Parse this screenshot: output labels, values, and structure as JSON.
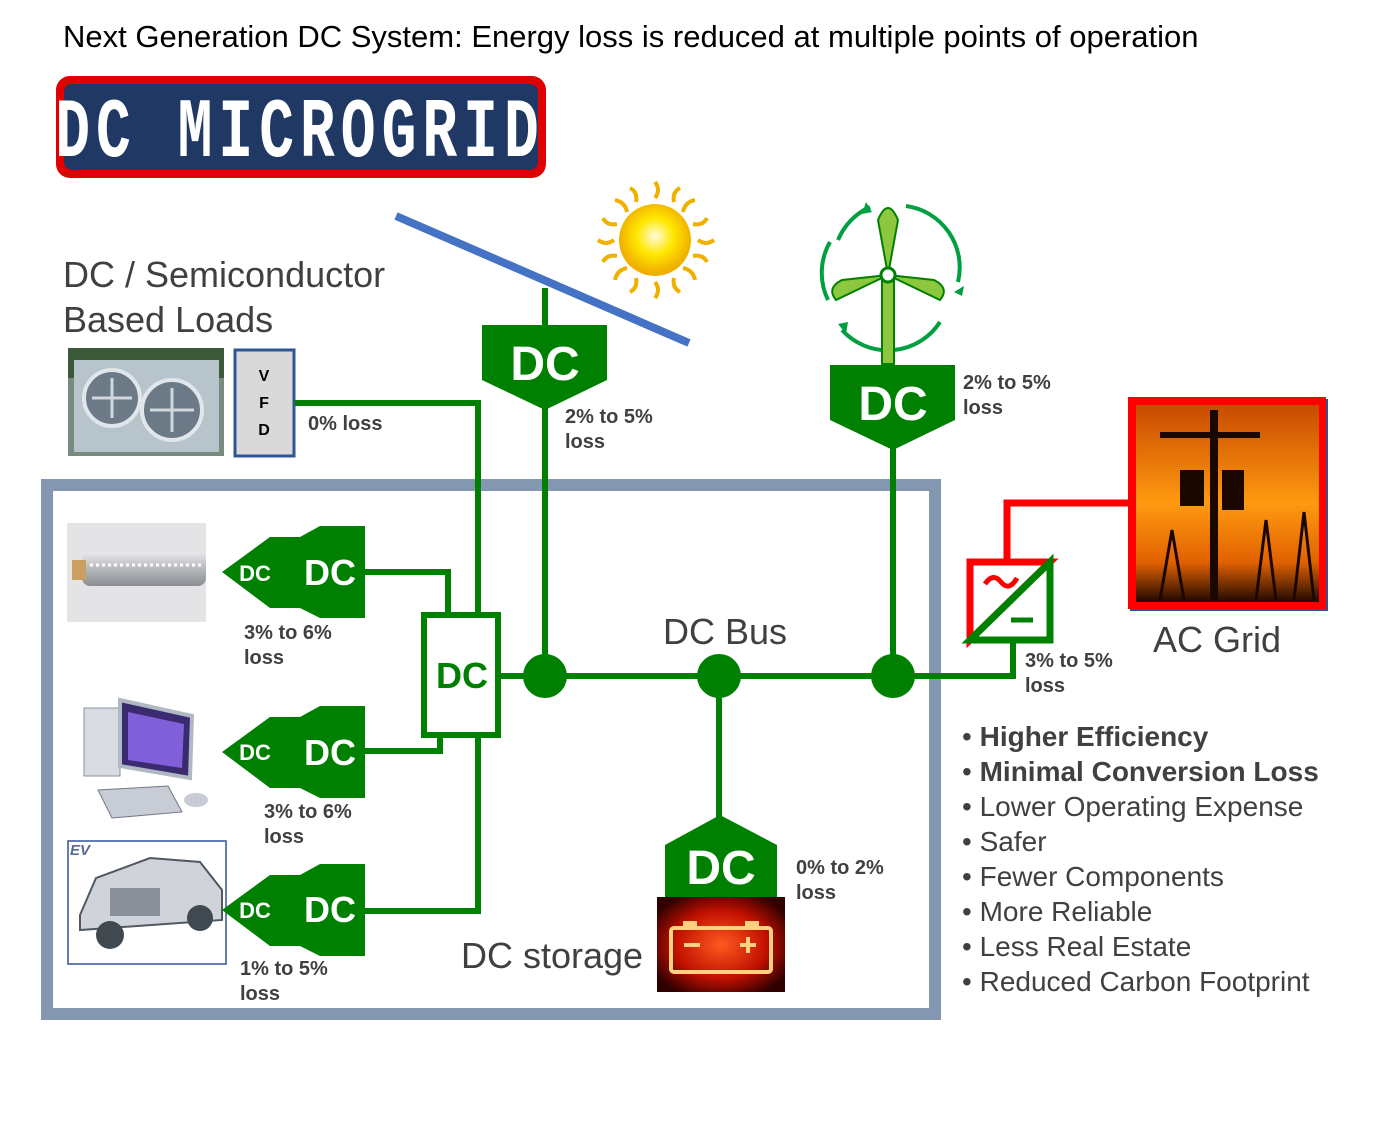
{
  "title": "Next Generation DC System: Energy loss is reduced at multiple points of operation",
  "banner": "DC MICROGRID",
  "loads_heading": [
    "DC / Semiconductor",
    "Based Loads"
  ],
  "vfd_letters": [
    "V",
    "F",
    "D"
  ],
  "converter_label": "DC",
  "losses": {
    "vfd": "0% loss",
    "solar": [
      "2% to 5%",
      "loss"
    ],
    "wind": [
      "2% to 5%",
      "loss"
    ],
    "lighting": [
      "3% to 6%",
      "loss"
    ],
    "computer": [
      "3% to 6%",
      "loss"
    ],
    "ev": [
      "1% to 5%",
      "loss"
    ],
    "storage": [
      "0% to 2%",
      "loss"
    ],
    "grid": [
      "3% to 5%",
      "loss"
    ]
  },
  "dc_bus_label": "DC Bus",
  "dc_storage_label": "DC storage",
  "ac_grid_label": "AC  Grid",
  "ev_badge": "EV",
  "benefits": [
    {
      "text": "Higher Efficiency",
      "bold": true
    },
    {
      "text": "Minimal Conversion Loss",
      "bold": true
    },
    {
      "text": "Lower Operating Expense",
      "bold": false
    },
    {
      "text": "Safer",
      "bold": false
    },
    {
      "text": "Fewer Components",
      "bold": false
    },
    {
      "text": "More Reliable",
      "bold": false
    },
    {
      "text": "Less Real Estate",
      "bold": false
    },
    {
      "text": "Reduced Carbon Footprint",
      "bold": false
    }
  ],
  "colors": {
    "wire": "#008000",
    "frame": "#8497b0",
    "banner_bg": "#1f3864",
    "banner_border": "#e00000",
    "ac": "#ff0000"
  }
}
